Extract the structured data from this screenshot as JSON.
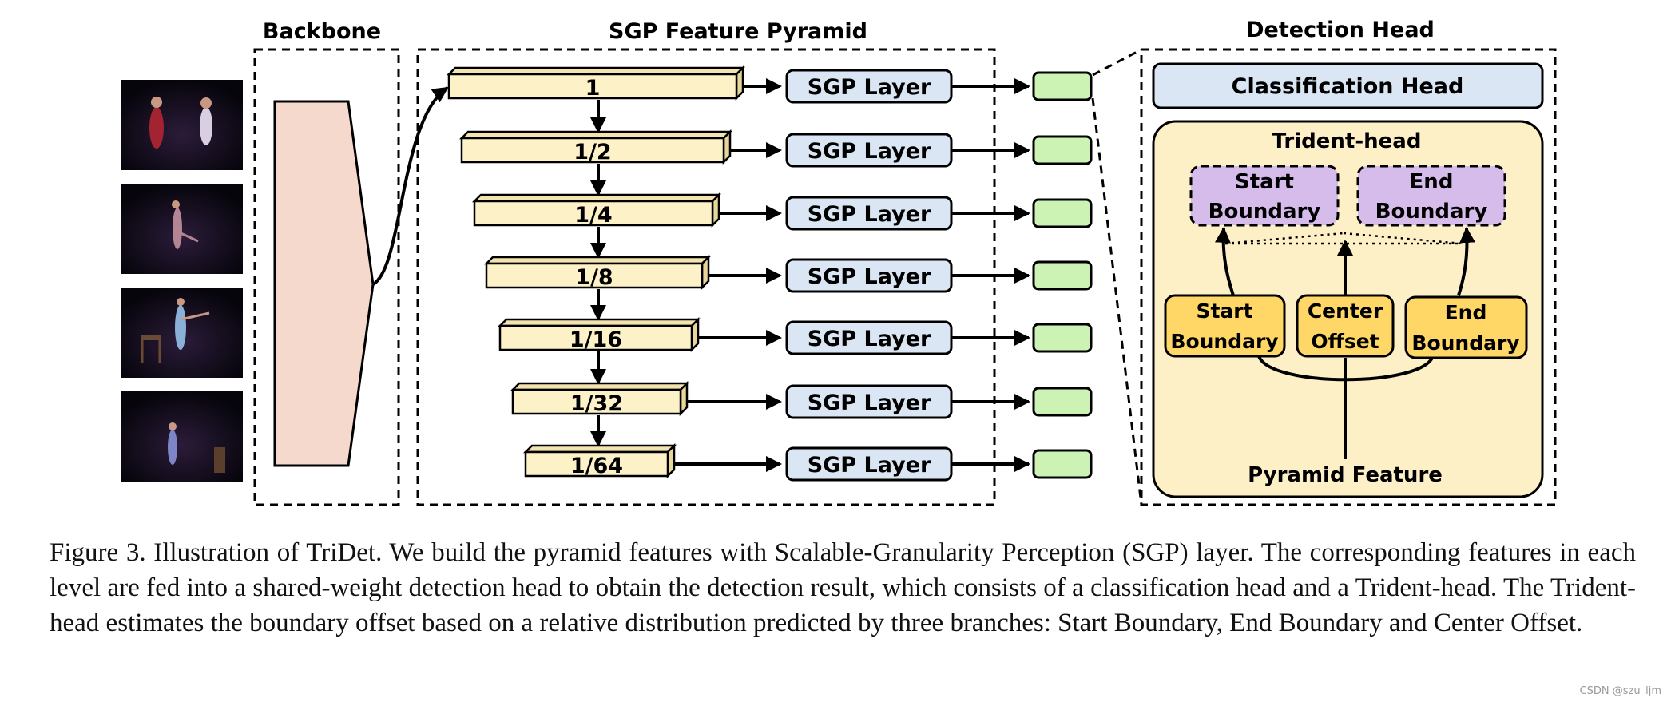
{
  "titles": {
    "backbone": "Backbone",
    "pyramid": "SGP Feature Pyramid",
    "detection_head": "Detection Head"
  },
  "pyramid_levels": [
    "1",
    "1/2",
    "1/4",
    "1/8",
    "1/16",
    "1/32",
    "1/64"
  ],
  "sgp_layer_label": "SGP Layer",
  "detection_head": {
    "classification_head": "Classification Head",
    "trident_head": "Trident-head",
    "outputs": {
      "start_boundary": [
        "Start",
        "Boundary"
      ],
      "end_boundary": [
        "End",
        "Boundary"
      ]
    },
    "branches": {
      "start_boundary": [
        "Start",
        "Boundary"
      ],
      "center_offset": [
        "Center",
        "Offset"
      ],
      "end_boundary": [
        "End",
        "Boundary"
      ]
    },
    "pyramid_feature": "Pyramid Feature"
  },
  "caption": "Figure 3.  Illustration of TriDet.  We build the pyramid features with Scalable-Granularity Perception (SGP) layer.  The corresponding features in each level are fed into a shared-weight detection head to obtain the detection result, which consists of a classification head and a Trident-head. The Trident-head estimates the boundary offset based on a relative distribution predicted by three branches: Start Boundary, End Boundary and Center Offset.",
  "watermark": "CSDN @szu_ljm",
  "colors": {
    "pyramid_block": "#fdf1c8",
    "backbone_fill": "#f6d9cd",
    "sgp_layer": "#dae6f3",
    "output_box": "#ccf2b4",
    "classification_head": "#dae6f3",
    "trident_panel": "#fdf0c7",
    "branch_box": "#ffd766",
    "output_boundary_box": "#d5bcea",
    "frame_bg": "#0c0814"
  },
  "icons": {
    "frames": [
      "video-frame-icon",
      "video-frame-icon",
      "video-frame-icon",
      "video-frame-icon"
    ]
  }
}
